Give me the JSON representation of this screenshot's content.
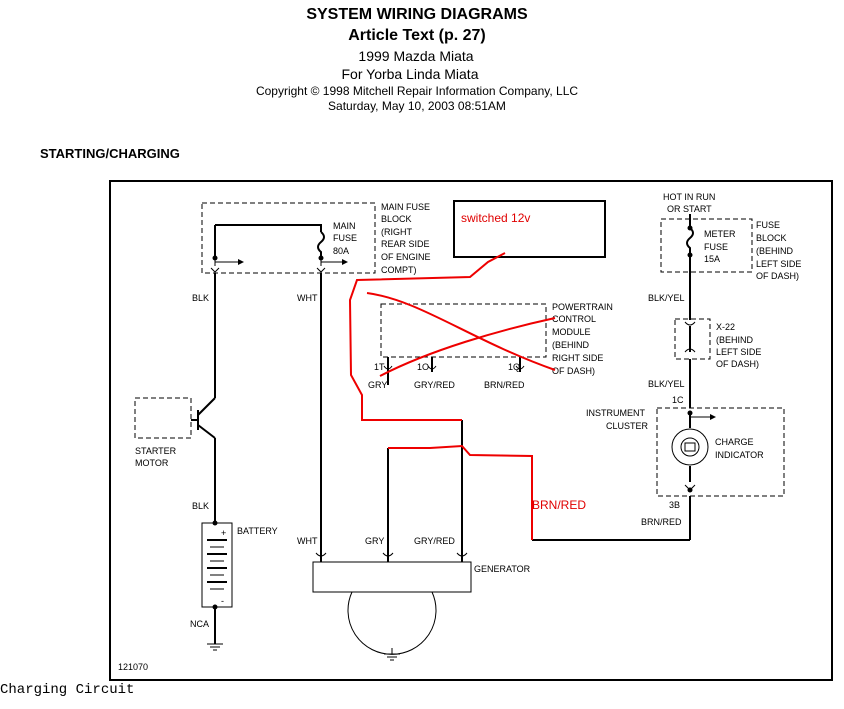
{
  "header": {
    "title": "SYSTEM WIRING DIAGRAMS",
    "subtitle": "Article Text (p. 27)",
    "vehicle": "1999 Mazda Miata",
    "owner": "For Yorba Linda Miata",
    "copyright": "Copyright © 1998 Mitchell Repair Information Company, LLC",
    "date": "Saturday, May 10, 2003  08:51AM"
  },
  "section_title": "STARTING/CHARGING",
  "diagram": {
    "main_fuse_block": [
      "MAIN FUSE",
      "BLOCK",
      "(RIGHT",
      "REAR SIDE",
      "OF ENGINE",
      "COMPT)"
    ],
    "main_fuse": [
      "MAIN",
      "FUSE",
      "80A"
    ],
    "hot_label": [
      "HOT IN RUN",
      "OR START"
    ],
    "fuse_block": [
      "FUSE",
      "BLOCK",
      "(BEHIND",
      "LEFT SIDE",
      "OF DASH)"
    ],
    "meter_fuse": [
      "METER",
      "FUSE",
      "15A"
    ],
    "pcm": [
      "POWERTRAIN",
      "CONTROL",
      "MODULE",
      "(BEHIND",
      "RIGHT SIDE",
      "OF DASH)"
    ],
    "pcm_pins": [
      "1T",
      "1O",
      "1Q"
    ],
    "x22": [
      "X-22",
      "(BEHIND",
      "LEFT SIDE",
      "OF DASH)"
    ],
    "instrument_cluster": [
      "INSTRUMENT",
      "CLUSTER"
    ],
    "charge_indicator": [
      "CHARGE",
      "INDICATOR"
    ],
    "starter_motor": [
      "STARTER",
      "MOTOR"
    ],
    "battery": "BATTERY",
    "battery_plus": "+",
    "battery_minus": "-",
    "generator": "GENERATOR",
    "nca": "NCA",
    "figure_number": "121070",
    "pins": {
      "c1": "1C",
      "c3": "3B"
    },
    "wires": {
      "blk": "BLK",
      "wht": "WHT",
      "blk_yel": "BLK/YEL",
      "gry": "GRY",
      "gry_red": "GRY/RED",
      "brn_red": "BRN/RED"
    },
    "annotations": {
      "switched": "switched 12v",
      "brn_red_red": "BRN/RED"
    },
    "annotation_color": "#e00000"
  },
  "caption": "Charging Circuit"
}
